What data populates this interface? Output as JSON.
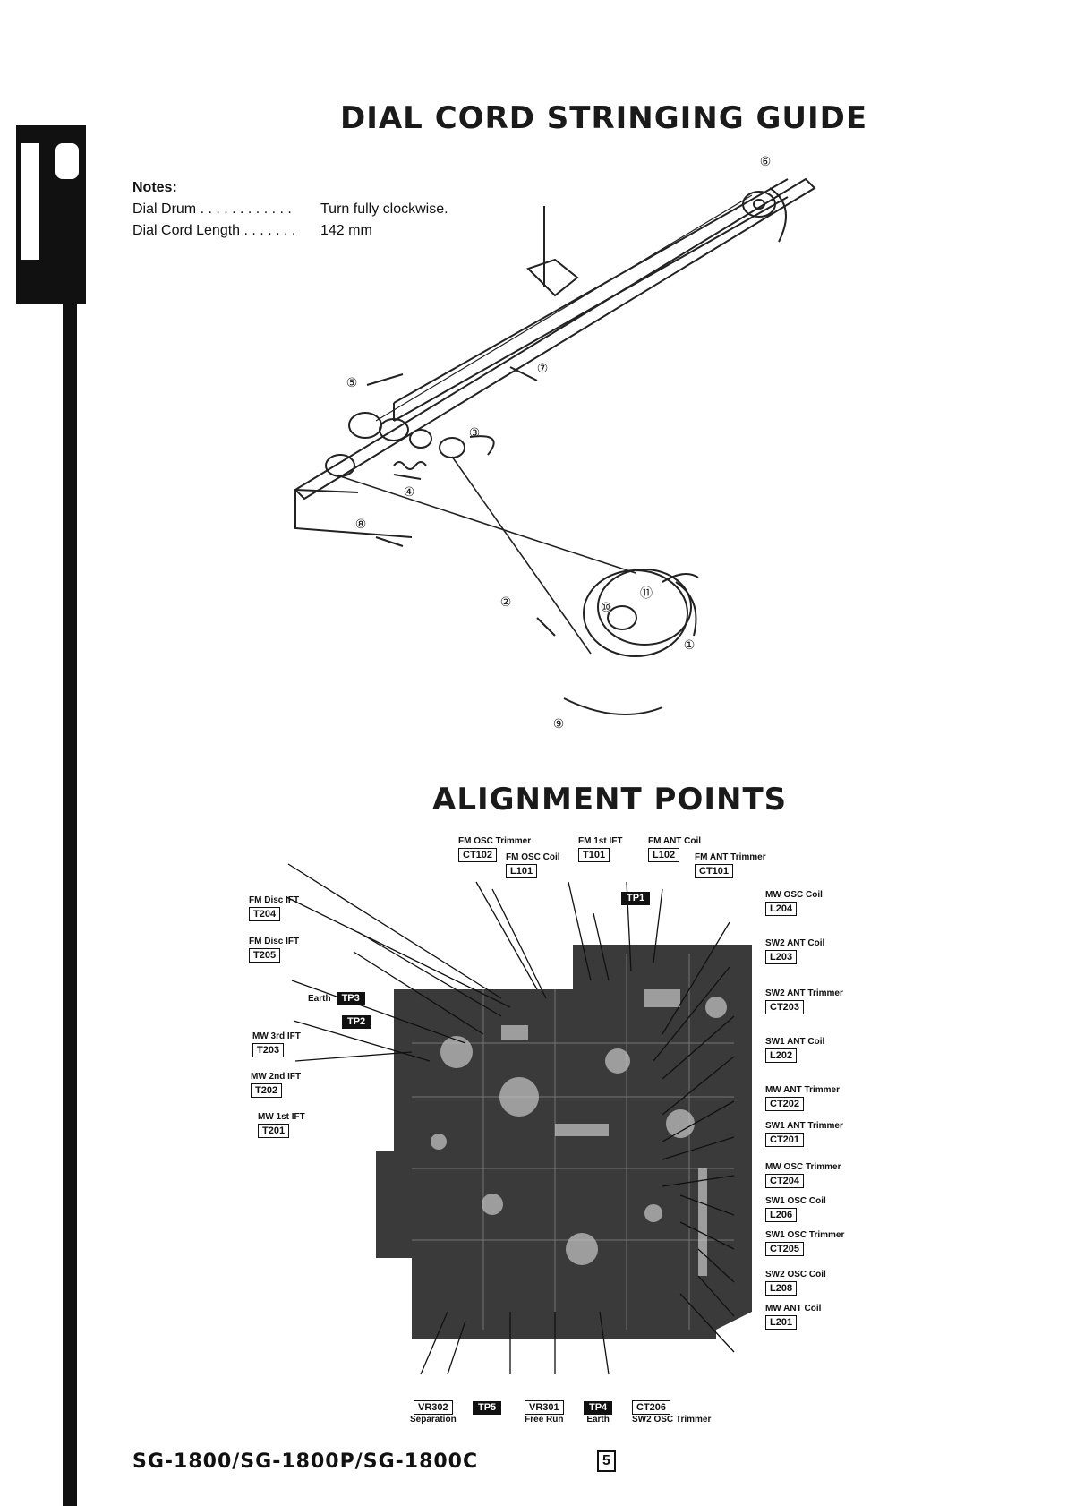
{
  "titles": {
    "stringing": "DIAL CORD STRINGING GUIDE",
    "alignment": "ALIGNMENT POINTS"
  },
  "notes": {
    "heading": "Notes:",
    "rows": [
      {
        "key": "Dial Drum . . . . . . . . . . . .",
        "value": "Turn fully clockwise."
      },
      {
        "key": "Dial Cord Length . . . . . . .",
        "value": "142 mm"
      }
    ]
  },
  "dial_steps": [
    "①",
    "②",
    "③",
    "④",
    "⑤",
    "⑥",
    "⑦",
    "⑧",
    "⑨",
    "⑩",
    "⑪"
  ],
  "alignment_labels": {
    "fm_osc_trimmer": {
      "caption": "FM OSC Trimmer",
      "code": "CT102"
    },
    "fm_osc_coil": {
      "caption": "FM OSC Coil",
      "code": "L101"
    },
    "fm_1st_ift": {
      "caption": "FM 1st IFT",
      "code": "T101"
    },
    "fm_ant_coil": {
      "caption": "FM ANT Coil",
      "code": "L102"
    },
    "fm_ant_trimmer": {
      "caption": "FM ANT Trimmer",
      "code": "CT101"
    },
    "tp1": "TP1",
    "mw_osc_coil": {
      "caption": "MW OSC Coil",
      "code": "L204"
    },
    "fm_disc_ift_1": {
      "caption": "FM Disc IFT",
      "code": "T204"
    },
    "fm_disc_ift_2": {
      "caption": "FM Disc IFT",
      "code": "T205"
    },
    "sw2_ant_coil": {
      "caption": "SW2 ANT Coil",
      "code": "L203"
    },
    "earth_tp3": {
      "caption": "Earth",
      "code": "TP3"
    },
    "tp2": "TP2",
    "sw2_ant_trimmer": {
      "caption": "SW2 ANT Trimmer",
      "code": "CT203"
    },
    "mw_3rd_ift": {
      "caption": "MW 3rd IFT",
      "code": "T203"
    },
    "sw1_ant_coil": {
      "caption": "SW1 ANT Coil",
      "code": "L202"
    },
    "mw_2nd_ift": {
      "caption": "MW 2nd IFT",
      "code": "T202"
    },
    "mw_ant_trimmer": {
      "caption": "MW ANT Trimmer",
      "code": "CT202"
    },
    "mw_1st_ift": {
      "caption": "MW 1st IFT",
      "code": "T201"
    },
    "sw1_ant_trimmer": {
      "caption": "SW1 ANT Trimmer",
      "code": "CT201"
    },
    "mw_osc_trimmer": {
      "caption": "MW OSC Trimmer",
      "code": "CT204"
    },
    "sw1_osc_coil": {
      "caption": "SW1 OSC Coil",
      "code": "L206"
    },
    "sw1_osc_trimmer": {
      "caption": "SW1 OSC Trimmer",
      "code": "CT205"
    },
    "sw2_osc_coil": {
      "caption": "SW2 OSC Coil",
      "code": "L208"
    },
    "mw_ant_coil": {
      "caption": "MW ANT Coil",
      "code": "L201"
    },
    "vr302": {
      "code": "VR302",
      "caption": "Separation"
    },
    "tp5": "TP5",
    "vr301": {
      "code": "VR301",
      "caption": "Free Run"
    },
    "tp4": {
      "code": "TP4",
      "caption": "Earth"
    },
    "ct206": {
      "code": "CT206",
      "caption": "SW2 OSC Trimmer"
    }
  },
  "footer": {
    "model": "SG-1800/SG-1800P/SG-1800C",
    "page": "5"
  }
}
